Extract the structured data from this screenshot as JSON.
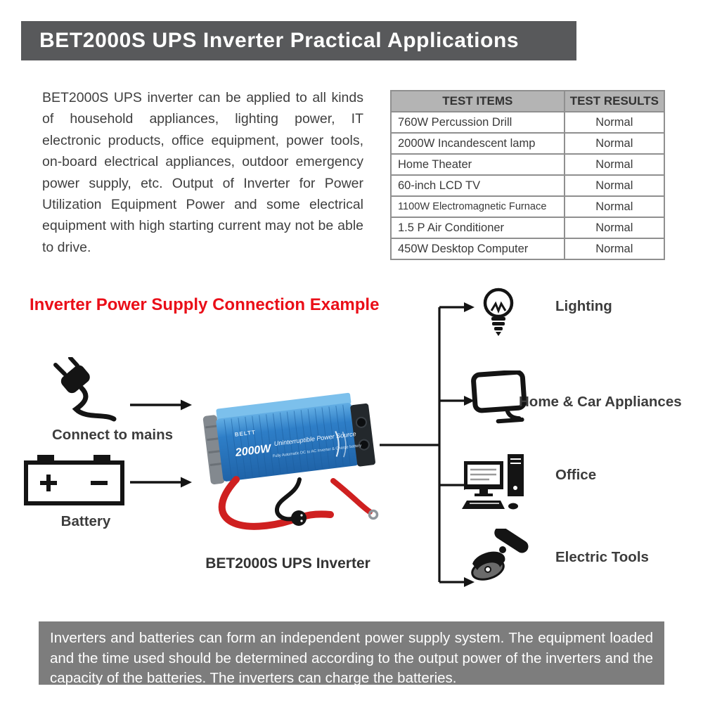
{
  "header": {
    "title": "BET2000S UPS Inverter Practical Applications"
  },
  "intro": {
    "text": "BET2000S UPS inverter can be applied to all kinds of household appliances, lighting power, IT electronic products, office equipment, power tools, on-board electrical appliances, outdoor emergency power supply, etc. Output of Inverter for Power Utilization Equipment Power and some electrical equipment with high starting current may not be able to drive."
  },
  "test_table": {
    "headers": [
      "TEST ITEMS",
      "TEST RESULTS"
    ],
    "rows": [
      [
        "760W Percussion Drill",
        "Normal"
      ],
      [
        "2000W Incandescent lamp",
        "Normal"
      ],
      [
        "Home Theater",
        "Normal"
      ],
      [
        "60-inch LCD TV",
        "Normal"
      ],
      [
        "1100W Electromagnetic Furnace",
        "Normal"
      ],
      [
        "1.5 P Air Conditioner",
        "Normal"
      ],
      [
        "450W Desktop Computer",
        "Normal"
      ]
    ]
  },
  "diagram": {
    "heading": "Inverter Power Supply Connection Example",
    "heading_color": "#ea0e18",
    "sources": [
      {
        "label": "Connect to mains",
        "icon": "mains-plug-icon"
      },
      {
        "label": "Battery",
        "icon": "battery-icon"
      }
    ],
    "device": {
      "caption": "BET2000S UPS Inverter",
      "power": "2000W",
      "brand": "BELTT",
      "line1": "Uninterruptible Power Source",
      "line2": "Fully Automatic DC to AC Inverter & Charge battery"
    },
    "loads": [
      {
        "label": "Lighting",
        "icon": "light-bulb-icon"
      },
      {
        "label": "Home & Car Appliances",
        "icon": "tv-icon"
      },
      {
        "label": "Office",
        "icon": "desktop-computer-icon"
      },
      {
        "label": "Electric Tools",
        "icon": "angle-grinder-icon"
      }
    ]
  },
  "footer": {
    "text": "Inverters and batteries can form an independent power supply system. The equipment loaded and the time used should be determined according to the output power of the inverters and the capacity of the batteries. The inverters can charge the batteries."
  },
  "colors": {
    "banner_bg": "#58595b",
    "table_header_bg": "#b4b4b4",
    "footer_bg": "#7d7d7d",
    "inverter_blue": "#2e7ec7",
    "cable_red": "#cf2020"
  }
}
